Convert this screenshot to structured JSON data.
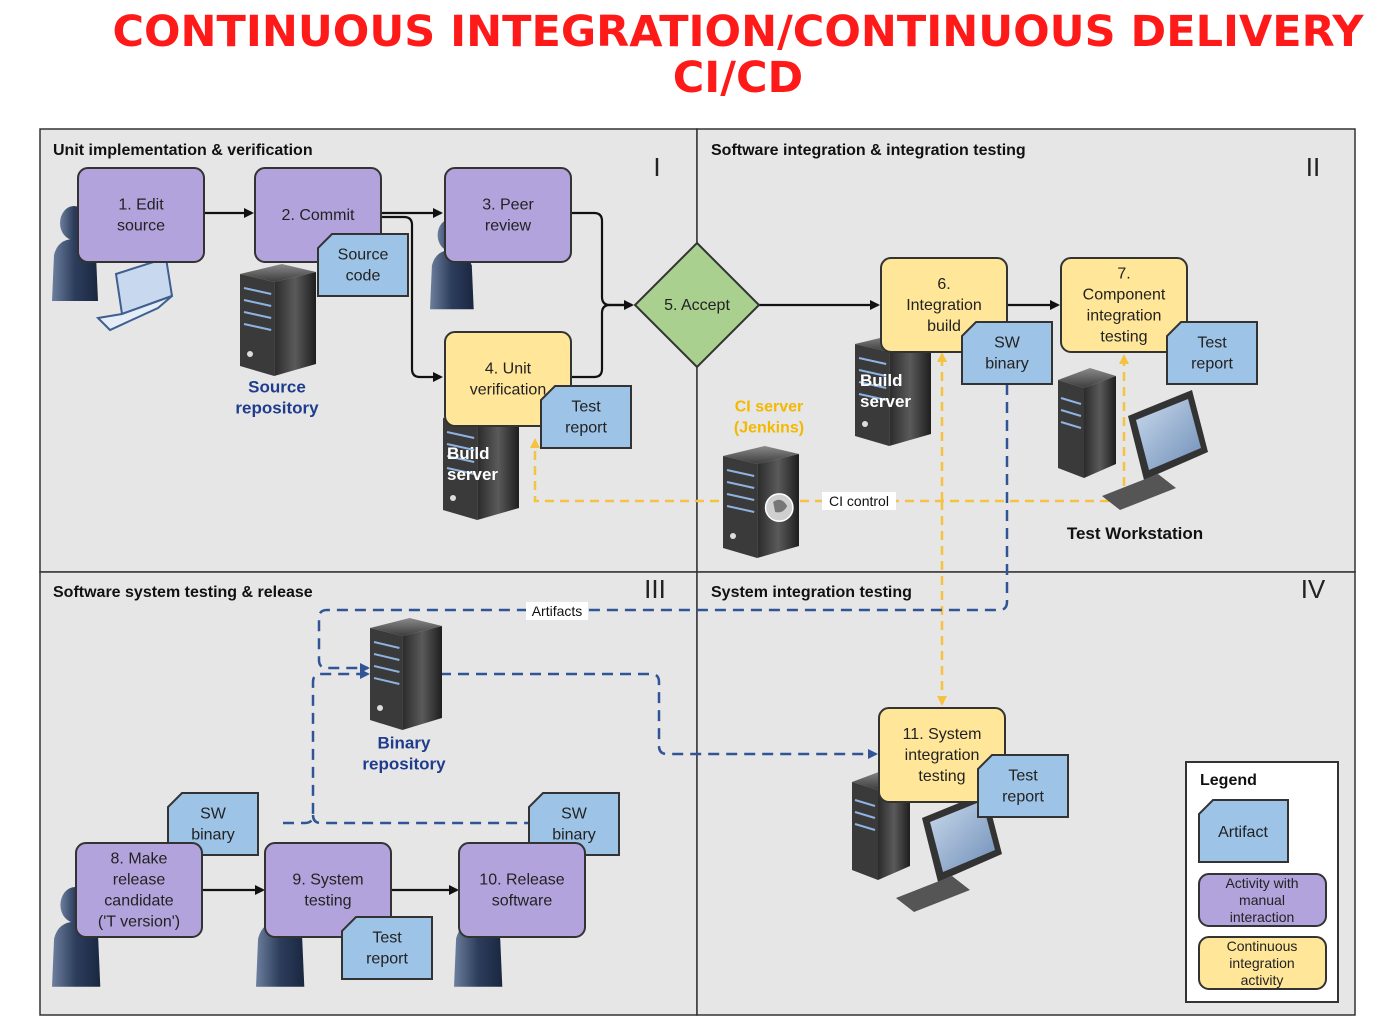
{
  "title": {
    "line1": "CONTINUOUS INTEGRATION/CONTINUOUS DELIVERY",
    "line2": "CI/CD"
  },
  "quadrants": {
    "q1": {
      "title": "Unit implementation & verification",
      "numeral": "I"
    },
    "q2": {
      "title": "Software integration & integration testing",
      "numeral": "II"
    },
    "q3": {
      "title": "Software system testing & release",
      "numeral": "III"
    },
    "q4": {
      "title": "System integration testing",
      "numeral": "IV"
    }
  },
  "activities": {
    "a1": [
      "1. Edit",
      "source"
    ],
    "a2": [
      "2. Commit"
    ],
    "a3": [
      "3. Peer",
      "review"
    ],
    "a4": [
      "4. Unit",
      "verification"
    ],
    "a5": [
      "5. Accept"
    ],
    "a6": [
      "6.",
      "Integration",
      "build"
    ],
    "a7": [
      "7.",
      "Component",
      "integration",
      "testing"
    ],
    "a8": [
      "8. Make",
      "release",
      "candidate",
      "('T version')"
    ],
    "a9": [
      "9. System",
      "testing"
    ],
    "a10": [
      "10. Release",
      "software"
    ],
    "a11": [
      "11. System",
      "integration",
      "testing"
    ]
  },
  "artifacts": {
    "source_code": [
      "Source",
      "code"
    ],
    "test_report_4": [
      "Test",
      "report"
    ],
    "sw_binary_6": [
      "SW",
      "binary"
    ],
    "test_report_7": [
      "Test",
      "report"
    ],
    "sw_binary_8": [
      "SW",
      "binary"
    ],
    "test_report_9": [
      "Test",
      "report"
    ],
    "sw_binary_10": [
      "SW",
      "binary"
    ],
    "test_report_11": [
      "Test",
      "report"
    ]
  },
  "captions": {
    "source_repository": [
      "Source",
      "repository"
    ],
    "ci_server": [
      "CI server",
      "(Jenkins)"
    ],
    "build_server_1": [
      "Build",
      "server"
    ],
    "build_server_2": [
      "Build",
      "server"
    ],
    "test_workstation": "Test Workstation",
    "binary_repository": [
      "Binary",
      "repository"
    ]
  },
  "flow_labels": {
    "ci_control": "CI control",
    "artifacts": "Artifacts"
  },
  "legend": {
    "title": "Legend",
    "artifact": "Artifact",
    "manual": [
      "Activity with",
      "manual",
      "interaction"
    ],
    "ci": [
      "Continuous",
      "integration",
      "activity"
    ]
  },
  "colors": {
    "purple": "#b3a3dc",
    "yellow": "#ffe699",
    "blue": "#9dc3e6",
    "green": "#a9d08e",
    "ci_line": "#f5c242",
    "artifact_line": "#2f5597",
    "panel": "#e6e6e6",
    "title_red": "#ff1a1a"
  }
}
